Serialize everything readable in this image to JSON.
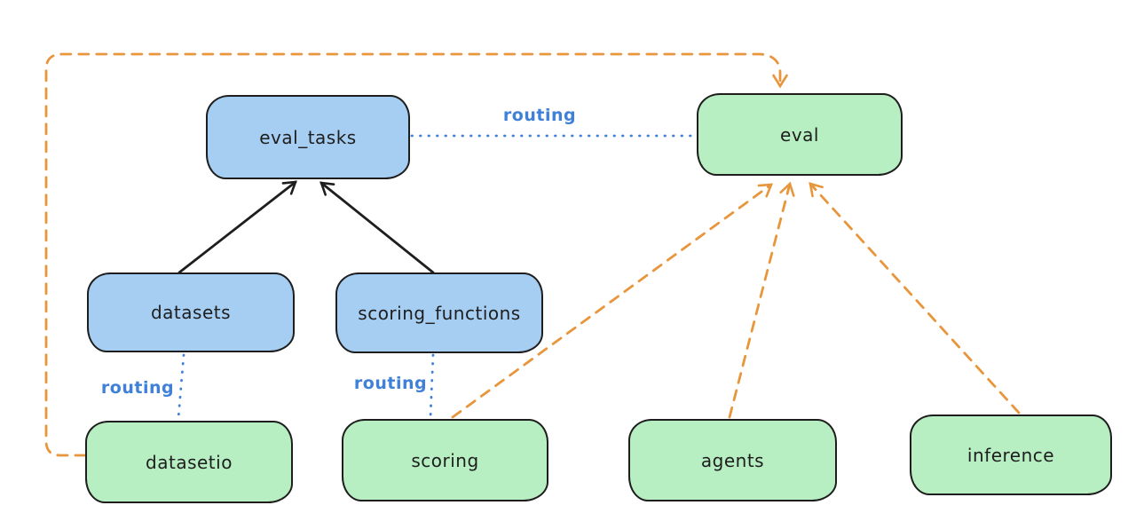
{
  "diagram": {
    "background": "#ffffff",
    "colors": {
      "node_stroke": "#1e1e1e",
      "blue_node_fill": "#a6cef2",
      "green_node_fill": "#b7efc2",
      "routing_blue": "#3f80d8",
      "orange_dashed": "#e8963c",
      "solid_arrow_black": "#1e1e1e"
    },
    "nodes": [
      {
        "id": "eval_tasks",
        "label": "eval_tasks",
        "fill": "#a6cef2"
      },
      {
        "id": "eval",
        "label": "eval",
        "fill": "#b7efc2"
      },
      {
        "id": "datasets",
        "label": "datasets",
        "fill": "#a6cef2"
      },
      {
        "id": "scoring_functions",
        "label": "scoring_functions",
        "fill": "#a6cef2"
      },
      {
        "id": "datasetio",
        "label": "datasetio",
        "fill": "#b7efc2"
      },
      {
        "id": "scoring",
        "label": "scoring",
        "fill": "#b7efc2"
      },
      {
        "id": "agents",
        "label": "agents",
        "fill": "#b7efc2"
      },
      {
        "id": "inference",
        "label": "inference",
        "fill": "#b7efc2"
      }
    ],
    "edges": [
      {
        "from": "datasets",
        "to": "eval_tasks",
        "style": "solid-arrow",
        "color": "#1e1e1e",
        "label": ""
      },
      {
        "from": "scoring_functions",
        "to": "eval_tasks",
        "style": "solid-arrow",
        "color": "#1e1e1e",
        "label": ""
      },
      {
        "from": "eval_tasks",
        "to": "eval",
        "style": "dotted",
        "color": "#3f80d8",
        "label": "routing"
      },
      {
        "from": "datasets",
        "to": "datasetio",
        "style": "dotted",
        "color": "#3f80d8",
        "label": "routing"
      },
      {
        "from": "scoring_functions",
        "to": "scoring",
        "style": "dotted",
        "color": "#3f80d8",
        "label": "routing"
      },
      {
        "from": "datasetio",
        "to": "eval",
        "style": "dashed-arrow",
        "color": "#e8963c",
        "label": ""
      },
      {
        "from": "scoring",
        "to": "eval",
        "style": "dashed-arrow",
        "color": "#e8963c",
        "label": ""
      },
      {
        "from": "agents",
        "to": "eval",
        "style": "dashed-arrow",
        "color": "#e8963c",
        "label": ""
      },
      {
        "from": "inference",
        "to": "eval",
        "style": "dashed-arrow",
        "color": "#e8963c",
        "label": ""
      }
    ]
  }
}
